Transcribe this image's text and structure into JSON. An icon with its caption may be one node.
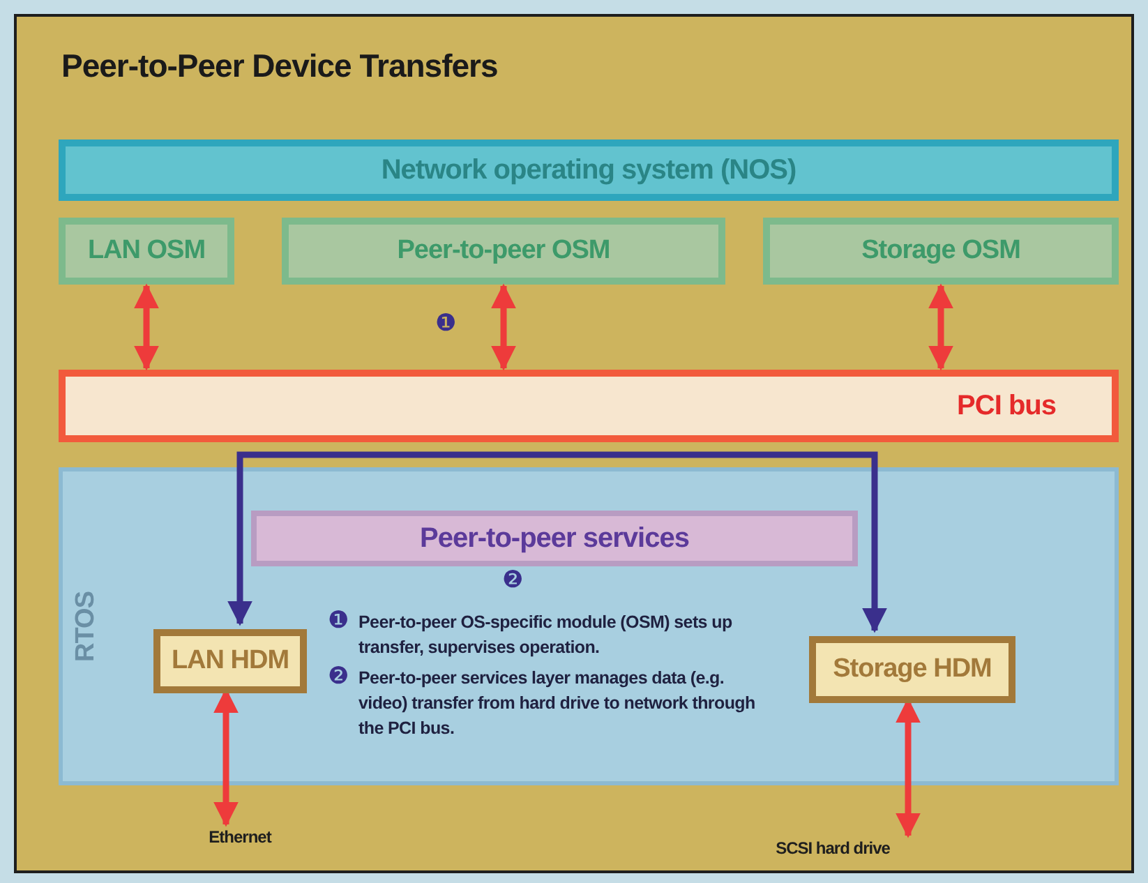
{
  "diagram": {
    "title": "Peer-to-Peer Device Transfers",
    "nodes": [
      {
        "text": [
          "Network operating system (NOS)"
        ]
      },
      {
        "text": [
          "LAN OSM"
        ]
      },
      {
        "text": [
          "Peer-to-peer OSM"
        ]
      },
      {
        "text": [
          "Storage OSM"
        ]
      },
      {
        "text": [
          "PCI bus"
        ]
      },
      {
        "text": [
          "RTOS"
        ]
      },
      {
        "text": [
          "Peer-to-peer services"
        ],
        "in": 5
      },
      {
        "text": [
          "LAN HDM"
        ],
        "in": 5
      },
      {
        "text": [
          "Storage HDM"
        ],
        "in": 5
      },
      {
        "text": [
          "Ethernet"
        ]
      },
      {
        "text": [
          "SCSI hard drive"
        ]
      }
    ],
    "edges": [
      {
        "from": 1,
        "to": 4,
        "arrow": "both"
      },
      {
        "from": 2,
        "to": 4,
        "arrow": "both"
      },
      {
        "from": 3,
        "to": 4,
        "arrow": "both"
      },
      {
        "from": 7,
        "to": 8,
        "arrow": "both",
        "color": "#3a2f8c"
      },
      {
        "from": 7,
        "to": 9,
        "arrow": "both"
      },
      {
        "from": 8,
        "to": 10,
        "arrow": "both"
      }
    ],
    "labels": [
      "❶",
      "❷",
      "❶",
      "Peer-to-peer OS-specific module (OSM) sets up transfer, supervises operation.",
      "❷",
      "Peer-to-peer services layer manages data (e.g. video) transfer from hard drive to network through the PCI bus."
    ]
  }
}
